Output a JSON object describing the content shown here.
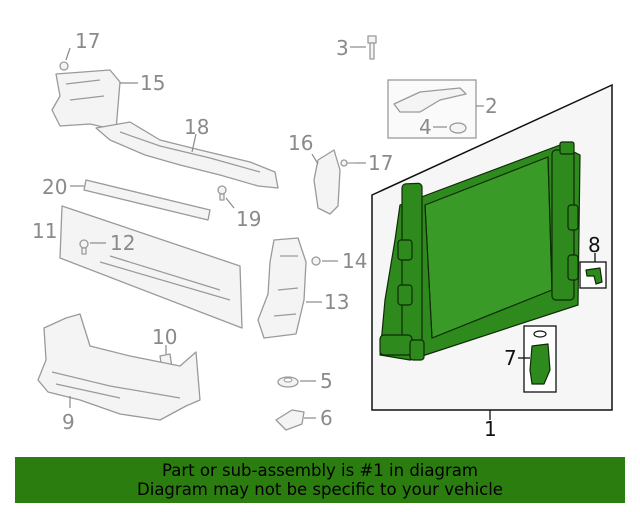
{
  "callouts": {
    "c1": "1",
    "c2": "2",
    "c3": "3",
    "c4": "4",
    "c5": "5",
    "c6": "6",
    "c7": "7",
    "c8": "8",
    "c9": "9",
    "c10": "10",
    "c11": "11",
    "c12": "12",
    "c13": "13",
    "c14": "14",
    "c15": "15",
    "c16": "16",
    "c17a": "17",
    "c17b": "17",
    "c18": "18",
    "c19": "19",
    "c20": "20"
  },
  "banner": {
    "line1": "Part or sub-assembly is #1 in diagram",
    "line2": "Diagram may not be specific to your vehicle"
  },
  "colors": {
    "highlight": "#2f8a1e",
    "banner_bg": "#2a7d0e",
    "callout_gray": "#8a8a8a"
  }
}
